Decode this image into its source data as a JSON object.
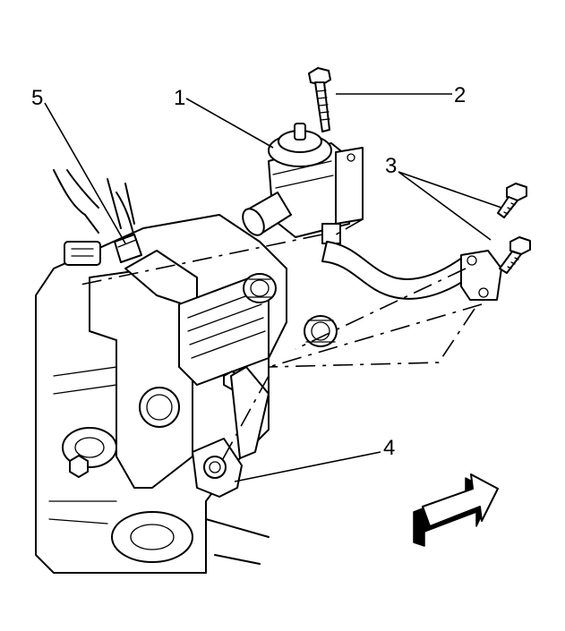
{
  "callouts": [
    {
      "id": "1",
      "label": "1"
    },
    {
      "id": "2",
      "label": "2"
    },
    {
      "id": "3",
      "label": "3"
    },
    {
      "id": "4",
      "label": "4"
    },
    {
      "id": "5",
      "label": "5"
    }
  ],
  "icons": {
    "front_arrow": "front-direction-arrow-icon"
  }
}
